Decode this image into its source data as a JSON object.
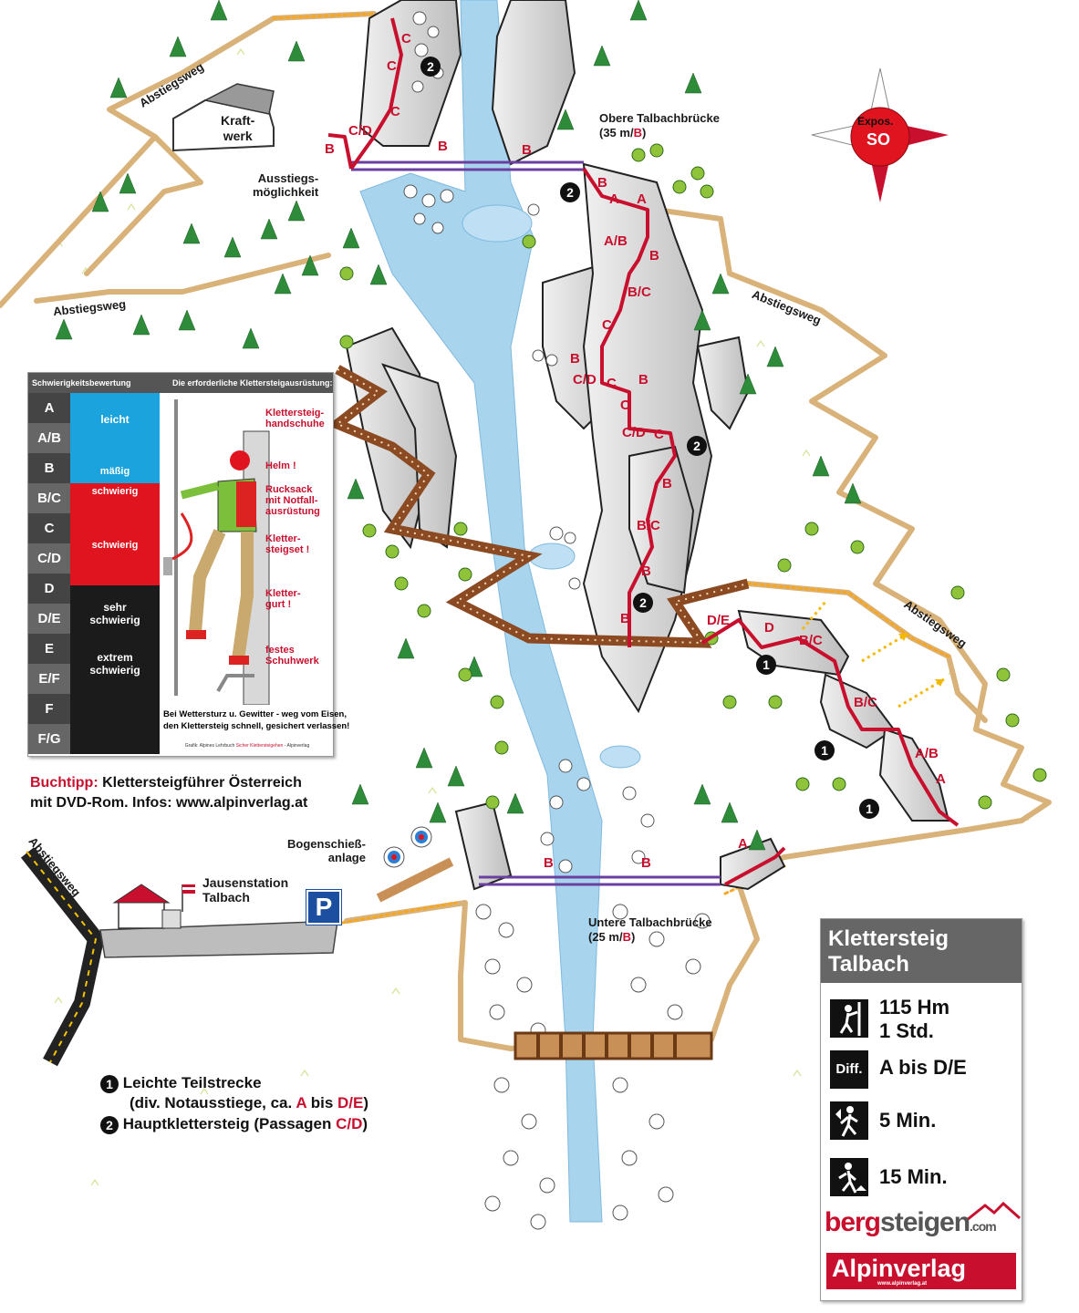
{
  "labels": {
    "descent": "Abstiegsweg",
    "power_plant": "Kraft-\nwerk",
    "exit_option": "Ausstiegs-\nmöglichkeit",
    "upper_bridge": "Obere Talbachbrücke",
    "upper_bridge_spec_prefix": "(35 m/",
    "upper_bridge_spec_grade": "B",
    "upper_bridge_spec_suffix": ")",
    "lower_bridge": "Untere Talbachbrücke",
    "lower_bridge_spec_prefix": "(25 m/",
    "lower_bridge_spec_grade": "B",
    "lower_bridge_spec_suffix": ")",
    "archery": "Bogenschieß-\nanlage",
    "inn": "Jausenstation\nTalbach",
    "parking": "P",
    "compass_label": "Expos.",
    "compass_dir": "SO"
  },
  "route_grades_main": [
    "C",
    "C",
    "C",
    "C/D",
    "B",
    "B",
    "B",
    "B",
    "A",
    "A",
    "A/B",
    "B",
    "B/C",
    "C",
    "B",
    "C/D",
    "C",
    "B",
    "C",
    "C/D",
    "C",
    "B",
    "B/C",
    "B",
    "B"
  ],
  "route_grades_side": [
    "D/E",
    "D",
    "B/C",
    "B/C",
    "A/B",
    "A",
    "A",
    "B",
    "B"
  ],
  "route_numbers": [
    "2",
    "2",
    "2",
    "2",
    "1",
    "1",
    "1"
  ],
  "difficulty_panel": {
    "header_left": "Schwierigkeitsbewertung",
    "header_right": "Die erforderliche Klettersteigausrüstung:",
    "grades": [
      "A",
      "A/B",
      "B",
      "B/C",
      "C",
      "C/D",
      "D",
      "D/E",
      "E",
      "E/F",
      "F",
      "F/G"
    ],
    "categories": [
      {
        "label": "leicht",
        "color": "#1aa3dc"
      },
      {
        "label": "mäßig",
        "color": "#1aa3dc"
      },
      {
        "label": "schwierig",
        "color": "#e0141e"
      },
      {
        "label": "schwierig",
        "color": "#e0141e"
      },
      {
        "label": "sehr\nschwierig",
        "color": "#1b1b1b"
      },
      {
        "label": "extrem\nschwierig",
        "color": "#1b1b1b"
      }
    ],
    "equipment": [
      "Klettersteig-\nhandschuhe",
      "Helm !",
      "Rucksack\nmit Notfall-\nausrüstung",
      "Kletter-\nsteigset !",
      "Kletter-\ngurt !",
      "festes\nSchuhwerk"
    ],
    "warning": "Bei Wettersturz u. Gewitter - weg vom Eisen,\nden Klettersteig schnell, gesichert verlassen!",
    "credit_prefix": "Grafik: Alpines Lehrbuch ",
    "credit_highlight": "Sicher Klettersteigehen",
    "credit_suffix": " - Alpinverlag"
  },
  "book_tip": {
    "prefix": "Buchtipp:",
    "line1": " Klettersteigführer Österreich",
    "line2": "mit DVD-Rom. Infos: www.alpinverlag.at"
  },
  "legend": {
    "item1_number": "1",
    "item1_line1": "Leichte Teilstrecke",
    "item1_line2_prefix": "(div. Notausstiege, ca. ",
    "item1_grade_a": "A",
    "item1_mid": " bis ",
    "item1_grade_b": "D/E",
    "item1_suffix": ")",
    "item2_number": "2",
    "item2_prefix": "Hauptklettersteig (Passagen ",
    "item2_grade": "C/D",
    "item2_suffix": ")"
  },
  "info_panel": {
    "title": "Klettersteig\nTalbach",
    "height_gain": "115 Hm",
    "duration": "1 Std.",
    "diff_icon": "Diff.",
    "difficulty": "A bis D/E",
    "approach": "5 Min.",
    "descent": "15 Min.",
    "icons": [
      "climber-icon",
      "difficulty-icon",
      "hiker-approach-icon",
      "hiker-descent-icon"
    ],
    "brand_a": "berg",
    "brand_b": "steigen",
    "brand_c": ".com",
    "publisher": "Alpinverlag",
    "publisher_url": "www.alpinverlag.at"
  },
  "colors": {
    "path": "#d9b27a",
    "path_dots": "#f5a623",
    "route": "#c8102e",
    "water": "#a8d4ee",
    "boardwalk": "#8b4a22",
    "bridge": "#6a3fa0",
    "tree": "#2e8b3a"
  }
}
